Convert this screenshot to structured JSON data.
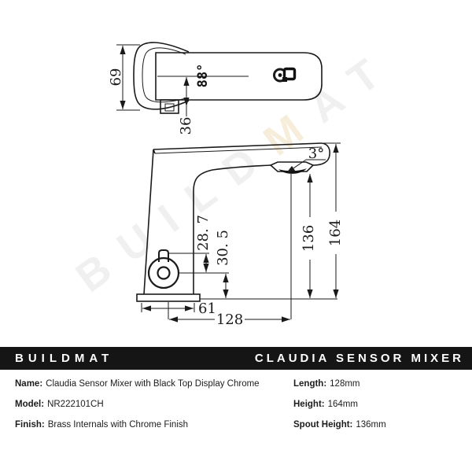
{
  "watermark": {
    "letters": [
      "B",
      "U",
      "I",
      "L",
      "D",
      "M",
      "A",
      "T"
    ]
  },
  "drawing": {
    "top_view": {
      "display": "88°",
      "height_dim": "69",
      "outlet_dim": "36"
    },
    "side_view": {
      "angle_dim": "3°",
      "upper_sensor_dim": "28. 7",
      "lower_sensor_dim": "30. 5",
      "base_dim": "61",
      "length_dim": "128",
      "spout_height_dim": "136",
      "height_dim": "164"
    }
  },
  "footer_bar": {
    "brand": "BUILDMAT",
    "product": "CLAUDIA SENSOR MIXER"
  },
  "specs": {
    "left": [
      {
        "label": "Name:",
        "value": "Claudia Sensor Mixer with Black Top Display Chrome"
      },
      {
        "label": "Model:",
        "value": "NR222101CH"
      },
      {
        "label": "Finish:",
        "value": "Brass Internals with Chrome Finish"
      }
    ],
    "right": [
      {
        "label": "Length:",
        "value": "128mm"
      },
      {
        "label": "Height:",
        "value": "164mm"
      },
      {
        "label": "Spout Height:",
        "value": "136mm"
      }
    ]
  },
  "colors": {
    "line": "#1a1a1a",
    "bar_bg": "#151515",
    "watermark_gray": "#f0f0f0",
    "watermark_cream": "#f6eeda"
  }
}
